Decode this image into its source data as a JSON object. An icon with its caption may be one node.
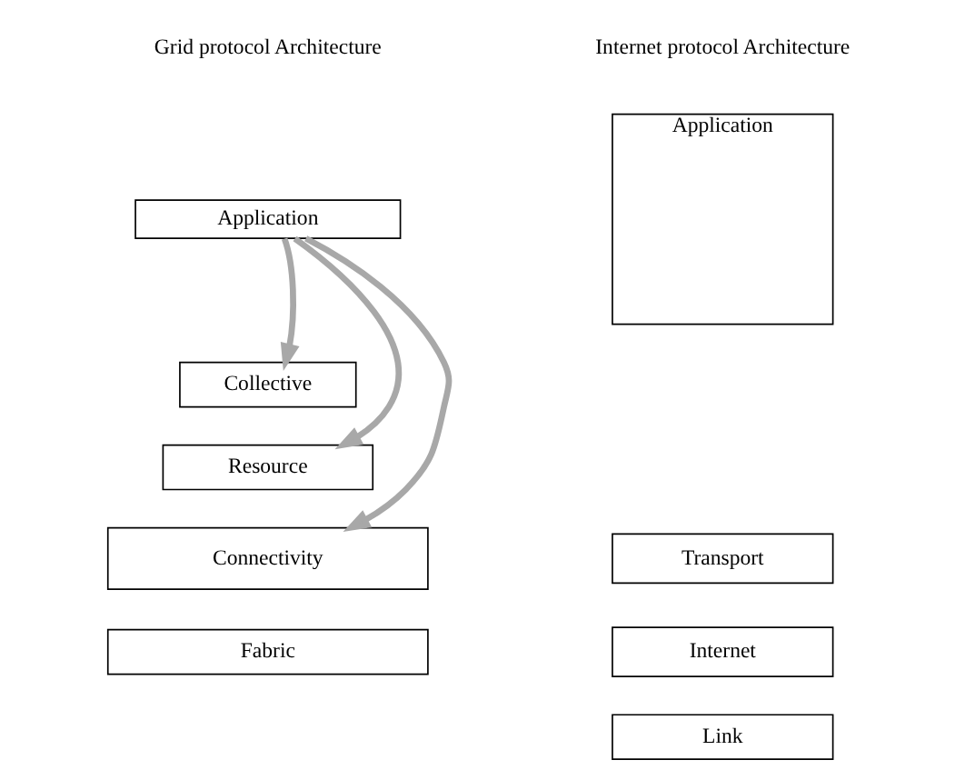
{
  "diagram": {
    "nodes": [
      {
        "text": [
          "Application"
        ]
      },
      {
        "text": [
          "Collective"
        ]
      },
      {
        "text": [
          "Resource"
        ]
      },
      {
        "text": [
          "Connectivity"
        ]
      },
      {
        "text": [
          "Fabric"
        ]
      },
      {
        "text": [
          "Application"
        ]
      },
      {
        "text": [
          "Transport"
        ]
      },
      {
        "text": [
          "Internet"
        ]
      },
      {
        "text": [
          "Link"
        ]
      }
    ],
    "edges": [
      {
        "from": 0,
        "to": 1,
        "arrow": "to",
        "color": "#a8a8a8"
      },
      {
        "from": 0,
        "to": 2,
        "arrow": "to",
        "color": "#a8a8a8"
      },
      {
        "from": 0,
        "to": 3,
        "arrow": "to",
        "color": "#a8a8a8"
      }
    ],
    "labels": [
      "Grid protocol Architecture",
      "Internet protocol Architecture"
    ]
  }
}
